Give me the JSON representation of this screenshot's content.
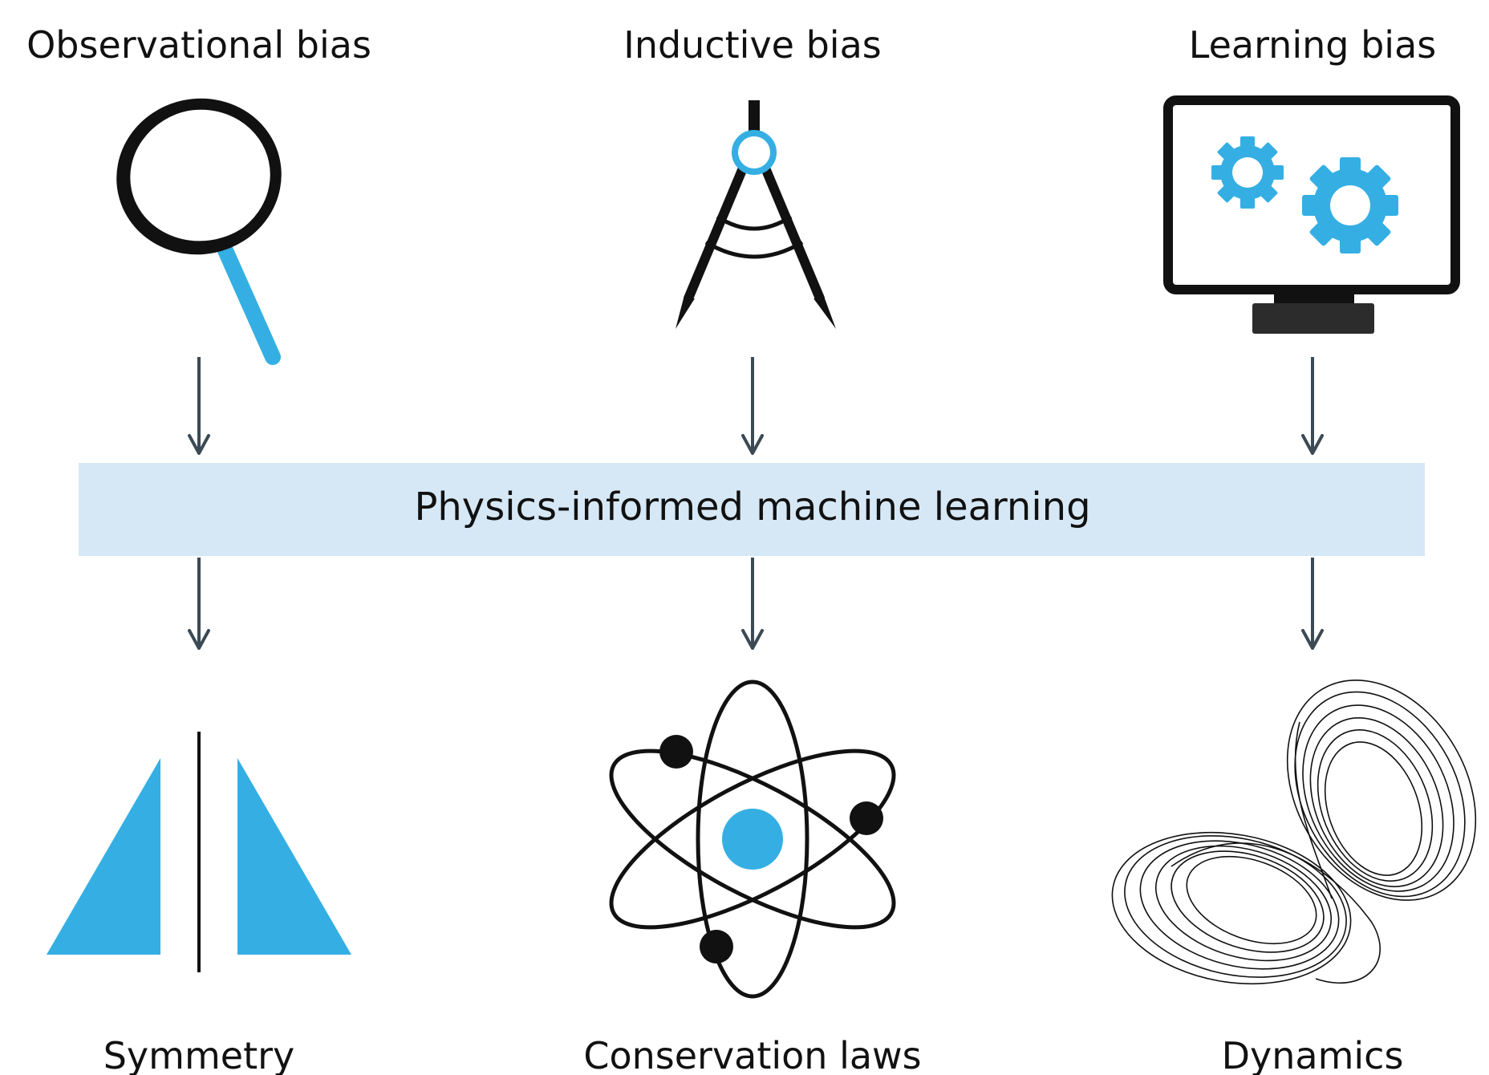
{
  "top_labels": {
    "observational": "Observational bias",
    "inductive": "Inductive bias",
    "learning": "Learning bias"
  },
  "central_band": {
    "label": "Physics-informed machine learning"
  },
  "bottom_labels": {
    "symmetry": "Symmetry",
    "conservation": "Conservation laws",
    "dynamics": "Dynamics"
  },
  "colors": {
    "accent": "#35afe3",
    "band": "#d6e8f6",
    "arrow": "#3b4a55",
    "ink": "#111111"
  },
  "icons": {
    "observational": "magnifying-glass-icon",
    "inductive": "drafting-compass-icon",
    "learning": "monitor-gears-icon",
    "symmetry": "mirrored-triangles-icon",
    "conservation": "atom-icon",
    "dynamics": "lorenz-attractor-icon"
  }
}
